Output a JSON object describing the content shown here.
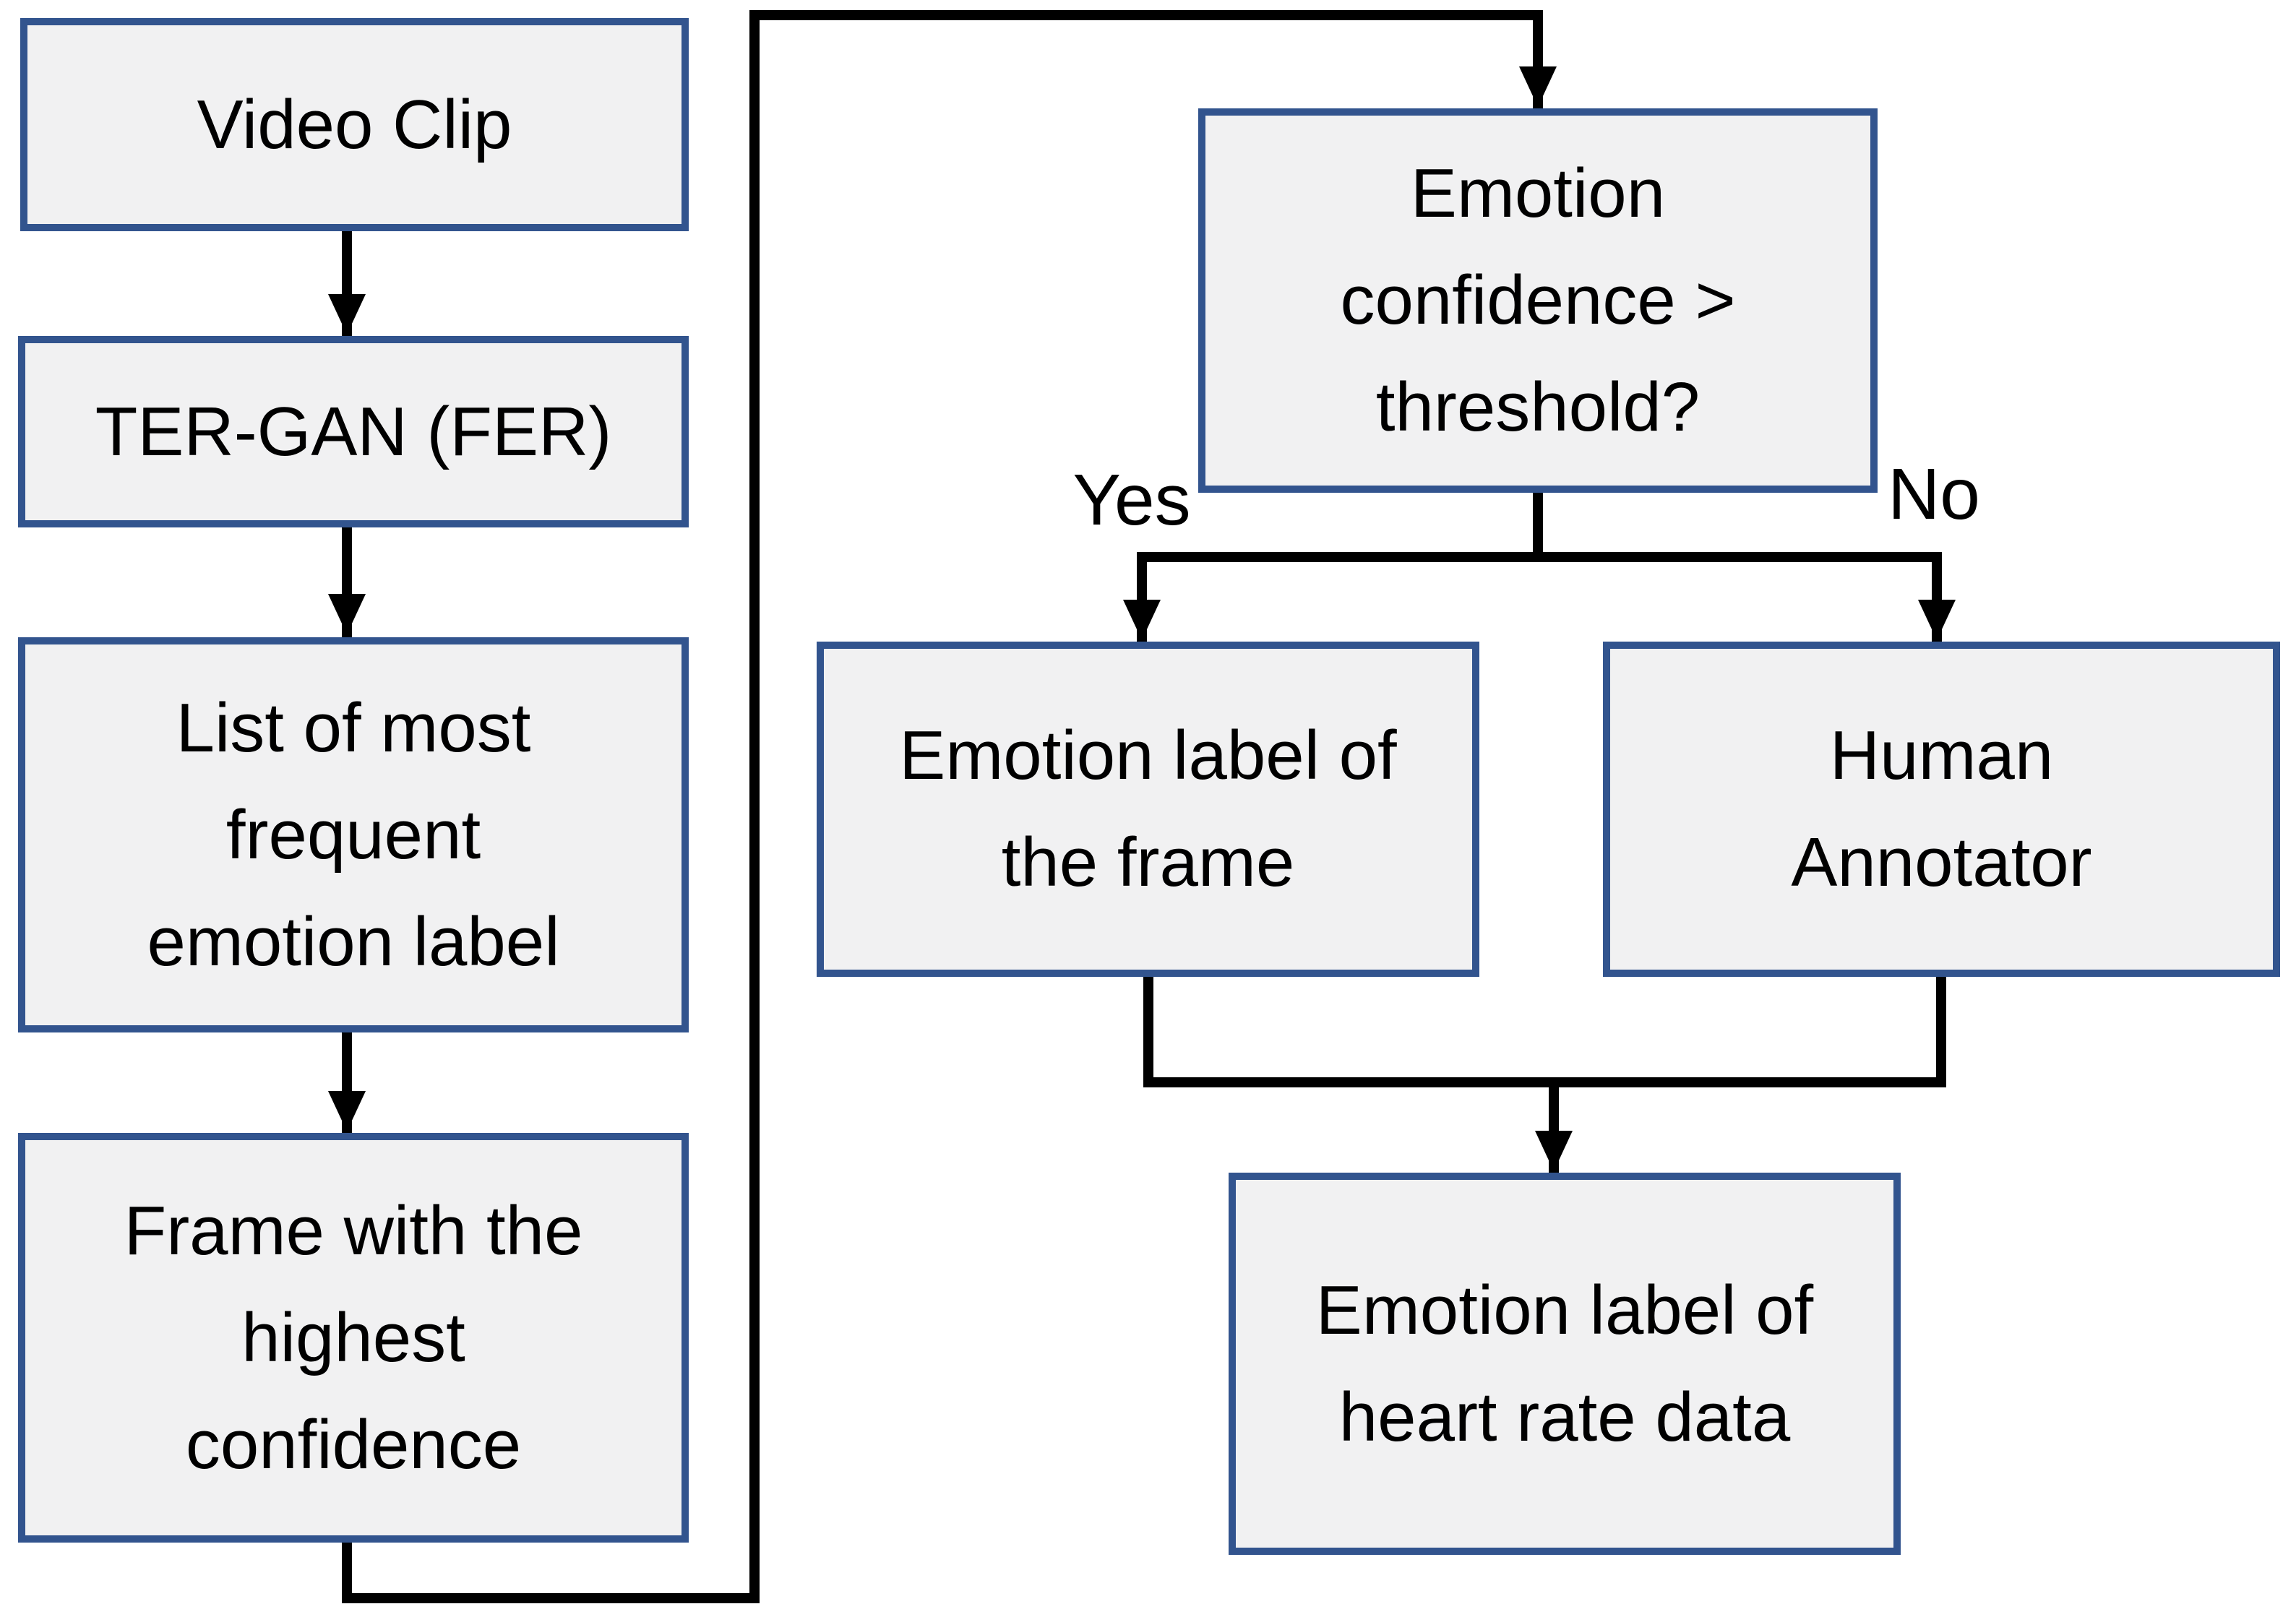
{
  "diagram": {
    "colors": {
      "background": "#ffffff",
      "box_fill": "#f1f1f2",
      "box_border": "#32548e",
      "line": "#000000"
    },
    "nodes": {
      "video_clip": {
        "label": "Video Clip"
      },
      "ter_gan": {
        "label": "TER-GAN (FER)"
      },
      "list_frequent": {
        "label": "List of most\nfrequent\nemotion label"
      },
      "frame_highest": {
        "label": "Frame with the\nhighest\nconfidence"
      },
      "confidence_check": {
        "label": "Emotion\nconfidence >\nthreshold?"
      },
      "emotion_label_frame": {
        "label": "Emotion label of\nthe frame"
      },
      "human_annotator": {
        "label": "Human\nAnnotator"
      },
      "emotion_label_hr": {
        "label": "Emotion label of\nheart rate data"
      }
    },
    "edge_labels": {
      "yes": "Yes",
      "no": "No"
    },
    "edges": [
      {
        "from": "video_clip",
        "to": "ter_gan",
        "label": ""
      },
      {
        "from": "ter_gan",
        "to": "list_frequent",
        "label": ""
      },
      {
        "from": "list_frequent",
        "to": "frame_highest",
        "label": ""
      },
      {
        "from": "frame_highest",
        "to": "confidence_check",
        "label": ""
      },
      {
        "from": "confidence_check",
        "to": "emotion_label_frame",
        "label": "Yes"
      },
      {
        "from": "confidence_check",
        "to": "human_annotator",
        "label": "No"
      },
      {
        "from": "emotion_label_frame",
        "to": "emotion_label_hr",
        "label": ""
      },
      {
        "from": "human_annotator",
        "to": "emotion_label_hr",
        "label": ""
      }
    ]
  }
}
